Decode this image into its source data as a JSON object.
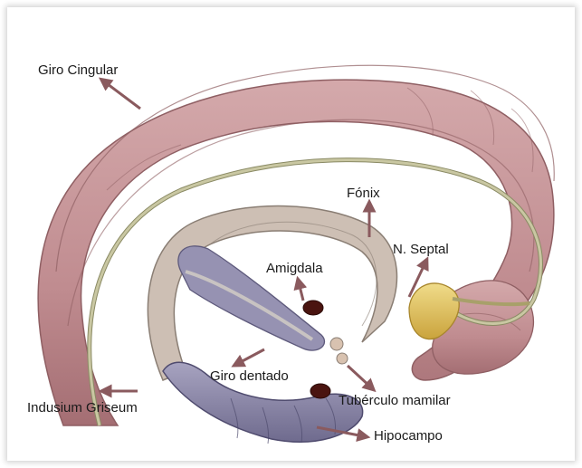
{
  "labels": {
    "giro_cingular": "Giro Cingular",
    "fornix": "Fónix",
    "n_septal": "N. Septal",
    "amigdala": "Amigdala",
    "giro_dentado": "Giro dentado",
    "indusium": "Indusium Griseum",
    "tuberculo": "Tubérculo mamilar",
    "hipocampo": "Hipocampo"
  },
  "colors": {
    "cingulate": "#c99a9c",
    "cingulate_dark": "#8f5f63",
    "fornix": "#c8bbb0",
    "fornix_dark": "#8a7e74",
    "dentate": "#8e8aa8",
    "hippocampus": "#8c88a8",
    "tract": "#c7c39a",
    "septal": "#e2c96a",
    "arrow": "#8a5a5e"
  }
}
